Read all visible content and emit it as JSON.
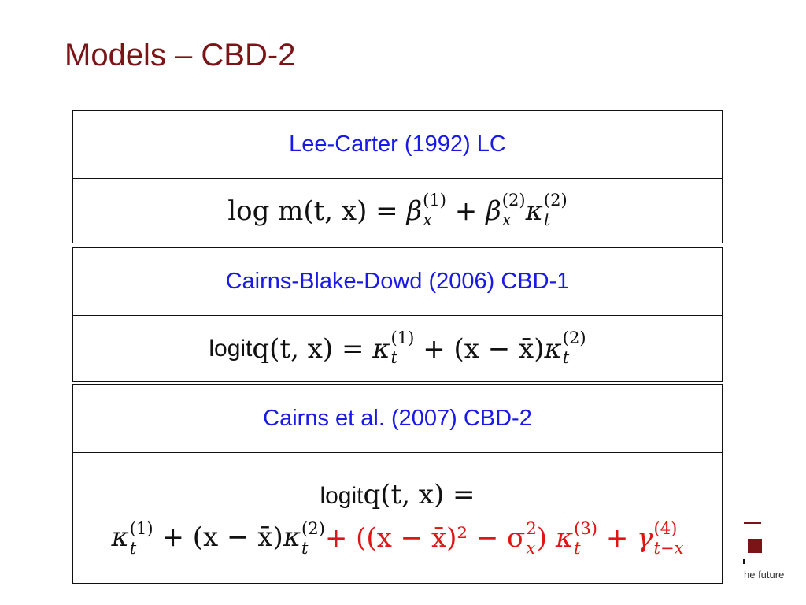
{
  "slide": {
    "title": "Models – CBD-2"
  },
  "models": [
    {
      "heading": "Lee-Carter (1992) LC",
      "equation": {
        "lhs": "log m(t, x) =",
        "beta": "β",
        "sup1": "(1)",
        "sub_x": "x",
        "plus": "+",
        "sup2": "(2)",
        "kappa": "κ",
        "sub_t": "t"
      }
    },
    {
      "heading": "Cairns-Blake-Dowd (2006) CBD-1",
      "equation": {
        "logit": "logit",
        "lhs": "q(t, x) =",
        "kappa": "κ",
        "sup1": "(1)",
        "sub_t": "t",
        "middle": "+ (x − x̄)",
        "sup2": "(2)"
      }
    },
    {
      "heading": "Cairns et al. (2007) CBD-2",
      "equation": {
        "logit": "logit",
        "lhs": "q(t, x) =",
        "kappa": "κ",
        "sup1": "(1)",
        "sub_t": "t",
        "middle": "+ (x − x̄)",
        "sup2": "(2)",
        "red_open": "+ ((x − x̄)² − σ",
        "sup_sq": "2",
        "sub_x": "x",
        "red_close": ")",
        "sup3": "(3)",
        "plus": "+",
        "gamma": "γ",
        "sup4": "(4)",
        "sub_tx": "t−x"
      }
    }
  ],
  "footer": {
    "text": "he future"
  },
  "colors": {
    "title": "#7b1416",
    "heading": "#1a1ae6",
    "highlight": "#e01515"
  }
}
